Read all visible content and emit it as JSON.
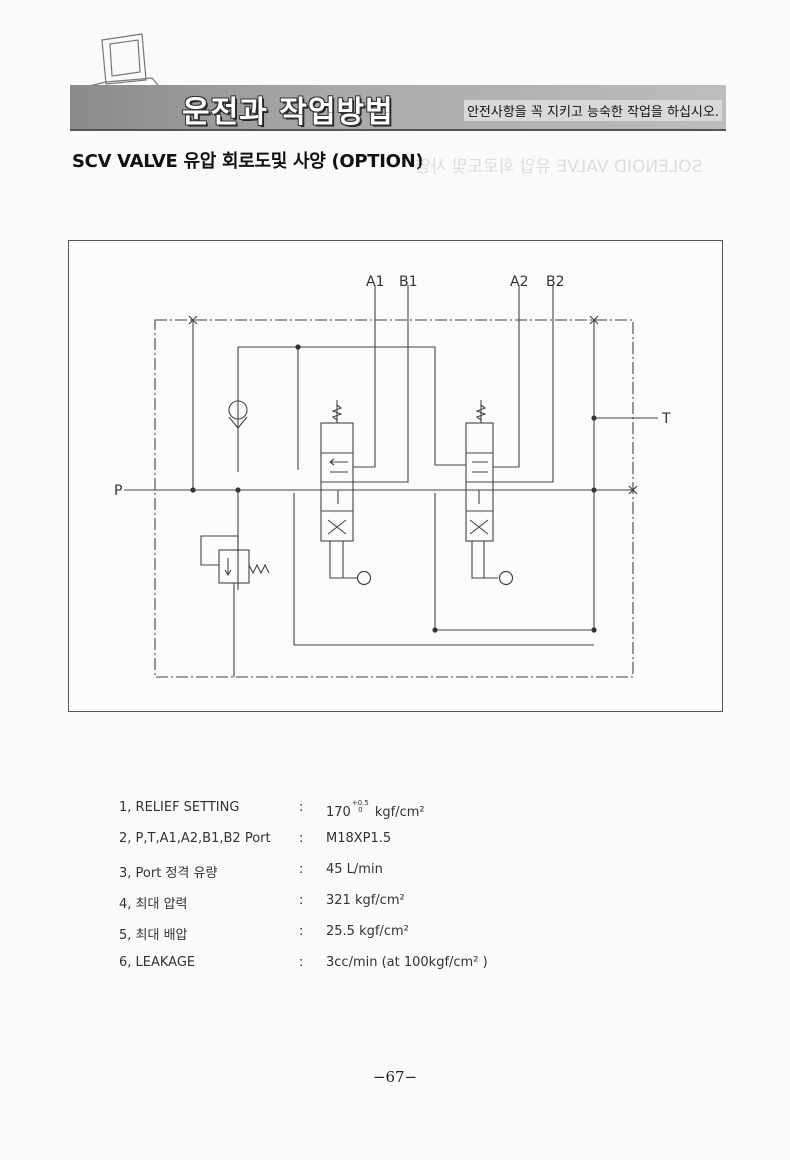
{
  "header": {
    "title": "운전과 작업방법",
    "subtitle": "안전사항을 꼭 지키고 능숙한 작업을 하십시오."
  },
  "section": {
    "title": "SCV VALVE 유압 회로도및 사양 (OPTION)",
    "bleed_through": "SOLENOID VALVE 유압 회로도및 사양"
  },
  "diagram": {
    "labels": {
      "a1": "A1",
      "b1": "B1",
      "a2": "A2",
      "b2": "B2",
      "p": "P",
      "t": "T"
    }
  },
  "specs": [
    {
      "label": "1, RELIEF SETTING",
      "value": "170",
      "sup": "+0.5/0",
      "unit": "kgf/cm²"
    },
    {
      "label": "2, P,T,A1,A2,B1,B2   Port",
      "value": "M18XP1.5"
    },
    {
      "label": "3, Port 정격 유량",
      "value": "45 L/min"
    },
    {
      "label": "4, 최대 압력",
      "value": "321 kgf/cm²"
    },
    {
      "label": "5, 최대 배압",
      "value": "25.5 kgf/cm²"
    },
    {
      "label": "6, LEAKAGE",
      "value": "3cc/min (at 100kgf/cm²  )"
    }
  ],
  "colon": ":",
  "relief_sup": "+0.5",
  "relief_sub": "0",
  "relief_unit": "kgf/cm²",
  "footer": {
    "page": "−67−"
  }
}
